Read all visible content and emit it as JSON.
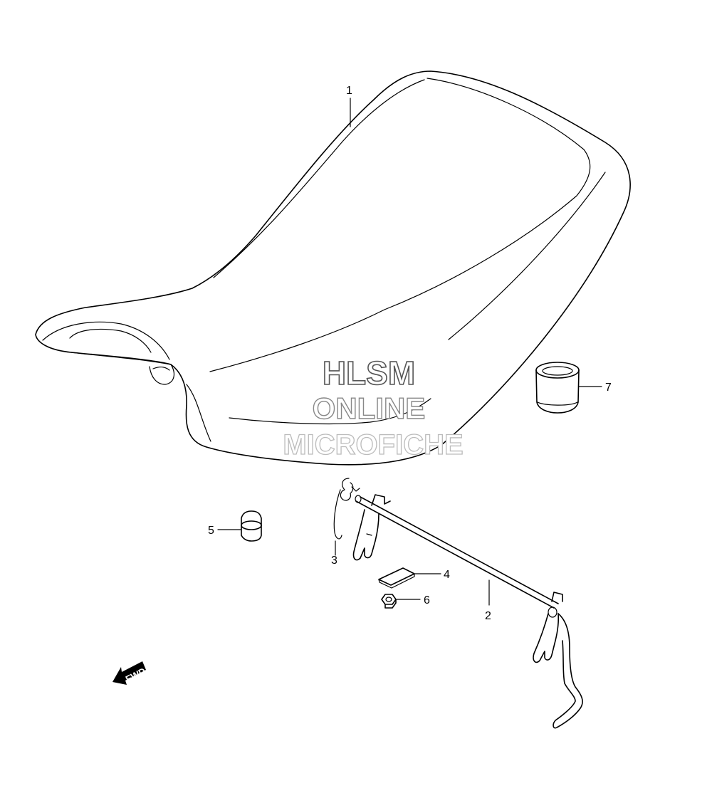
{
  "watermark": {
    "line1": "HLSM",
    "line2": "ONLINE",
    "line3": "MICROFICHE"
  },
  "callouts": {
    "seat": "1",
    "lock_rod": "2",
    "spring": "3",
    "plate": "4",
    "cushion_small": "5",
    "nut": "6",
    "cushion_large": "7"
  },
  "direction_arrow": {
    "label": "FWD",
    "icon": "fwd-arrow-icon"
  },
  "colors": {
    "line": "#000000",
    "background": "#ffffff"
  }
}
